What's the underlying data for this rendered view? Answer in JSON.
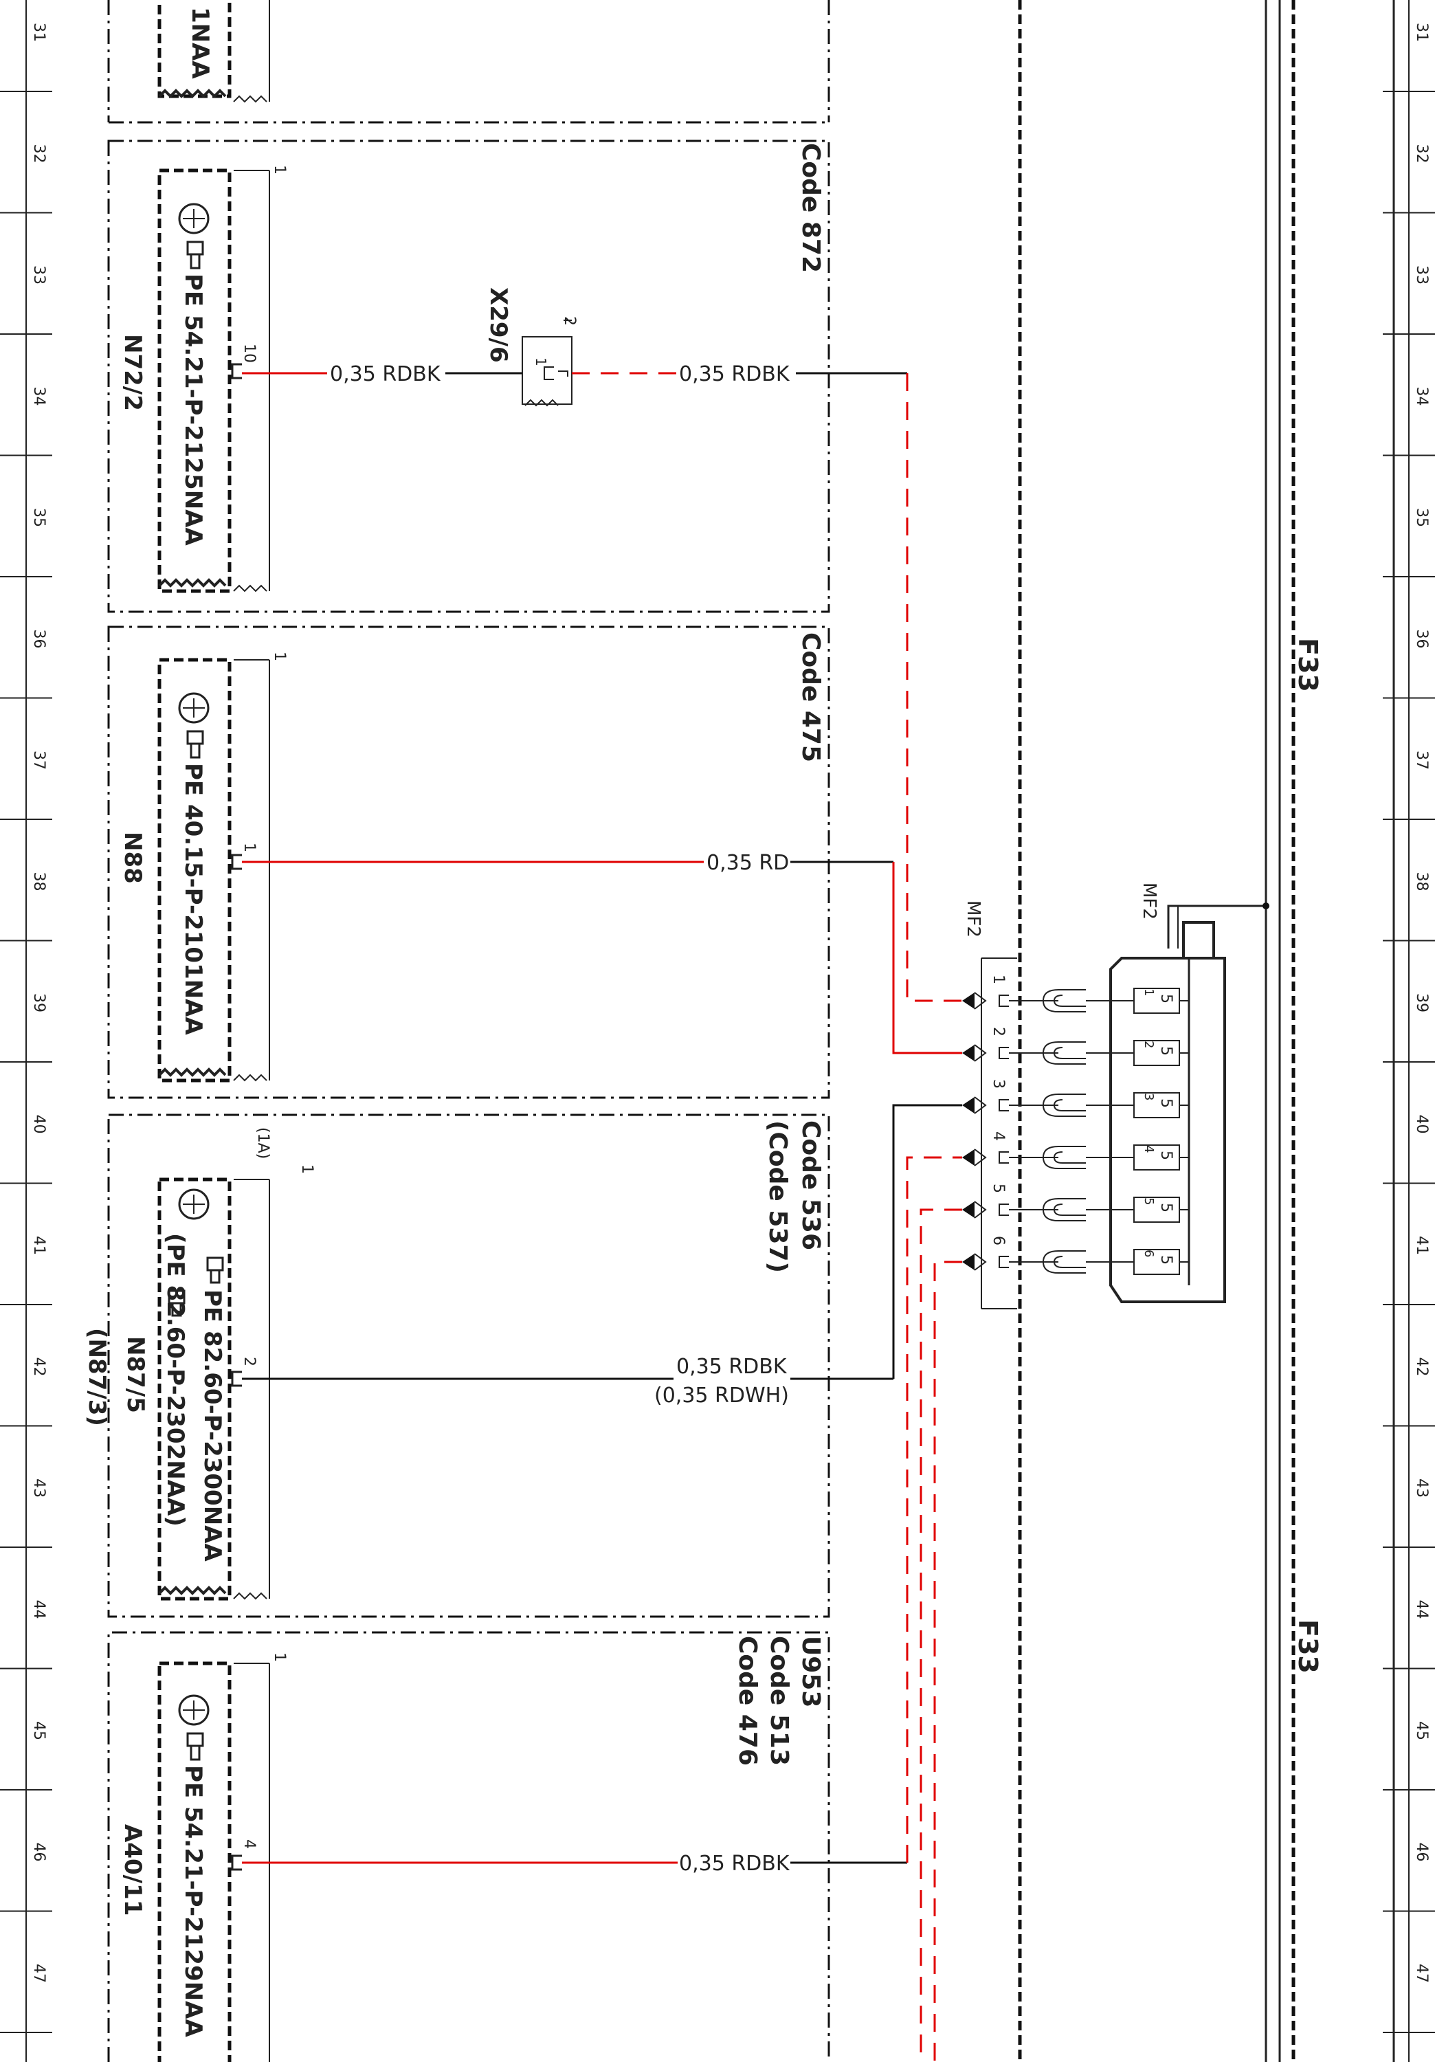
{
  "grid": {
    "row_numbers": [
      "31",
      "32",
      "33",
      "34",
      "35",
      "36",
      "37",
      "38",
      "39",
      "40",
      "41",
      "42",
      "43",
      "44",
      "45",
      "46",
      "47"
    ]
  },
  "modules": [
    {
      "id": "N72/2",
      "code": "Code 872",
      "pe_ref": "PE 54.21-P-2125NAA",
      "pins": {
        "top": "1",
        "wire": "10"
      },
      "wire_left": "0,35 RDBK",
      "wire_right": "0,35 RDBK",
      "connector": {
        "id": "X29/6",
        "pin_top": "2",
        "pin_mid": "1"
      }
    },
    {
      "id": "N88",
      "code": "Code 475",
      "pe_ref": "PE 40.15-P-2101NAA",
      "pins": {
        "top": "1",
        "wire": "1"
      },
      "wire": "0,35 RD"
    },
    {
      "id": "N87/5",
      "id_alt": "(N87/3)",
      "code": "Code 536",
      "code_alt": "(Code 537)",
      "pe_ref": "PE 82.60-P-2300NAA",
      "pe_ref_alt": "(PE 82.60-P-2302NAA)",
      "pins": {
        "top": "1",
        "top_alt": "(1A)",
        "wire": "2"
      },
      "wire": "0,35 RDBK",
      "wire_alt": "(0,35 RDWH)"
    },
    {
      "id": "A40/11",
      "codes": [
        "U953",
        "Code 513",
        "Code 476"
      ],
      "pe_ref": "PE 54.21-P-2129NAA",
      "pins": {
        "top": "1",
        "wire": "4"
      },
      "wire": "0,35 RDBK"
    }
  ],
  "top_fragment": {
    "label": "1NAA"
  },
  "mf2": {
    "label": "MF2",
    "label2": "MF2",
    "pins": [
      "1",
      "2",
      "3",
      "4",
      "5",
      "6"
    ],
    "fuses": [
      {
        "num": "1",
        "rating": "5"
      },
      {
        "num": "2",
        "rating": "5"
      },
      {
        "num": "3",
        "rating": "5"
      },
      {
        "num": "4",
        "rating": "5"
      },
      {
        "num": "5",
        "rating": "5"
      },
      {
        "num": "6",
        "rating": "5"
      }
    ]
  },
  "fuse_box": {
    "label_top": "F33",
    "label_bottom": "F33"
  }
}
